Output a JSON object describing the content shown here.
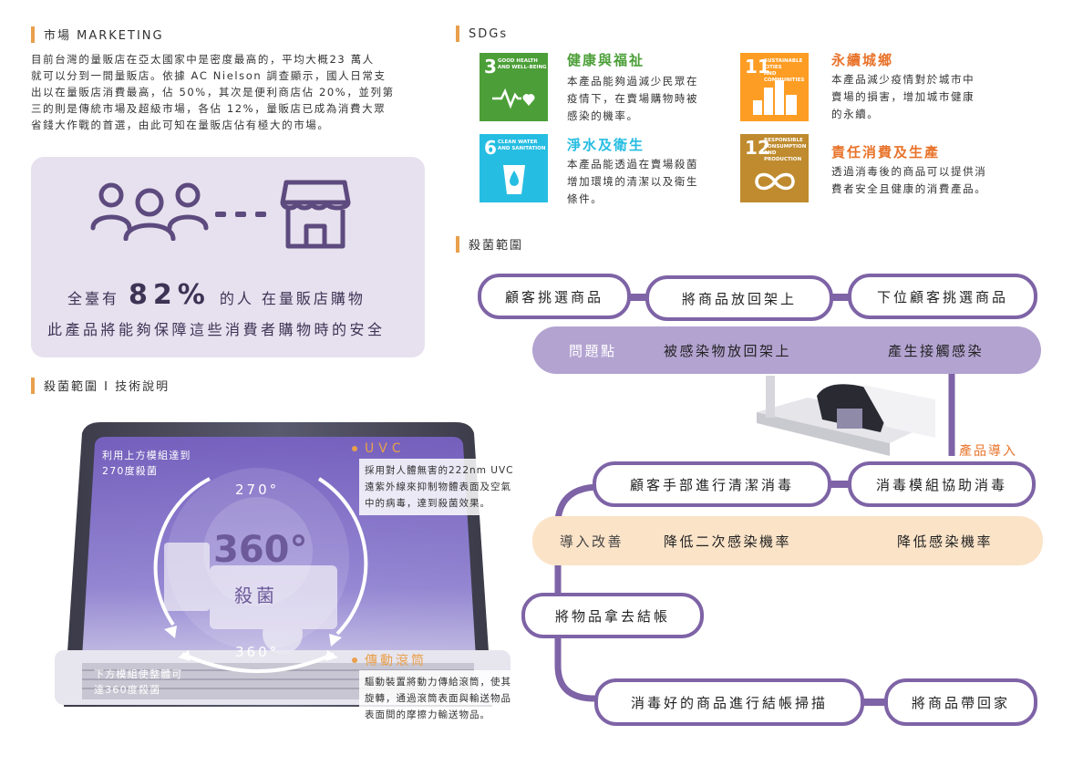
{
  "marketing": {
    "title": "市場 MARKETING",
    "paragraph": [
      "目前台灣的量販店在亞太國家中是密度最高的，平均大概23 萬人",
      "就可以分到一間量販店。依據 AC Nielson 調查顯示，國人日常支",
      "出以在量販店消費最高，佔 50%，其次是便利商店佔 20%，並列第",
      "三的則是傳統市場及超級市場，各佔 12%，量販店已成為消費大眾",
      "省錢大作戰的首選，由此可知在量販店佔有極大的市場。"
    ],
    "stat_prefix": "全臺有",
    "stat_value": "82%",
    "stat_suffix": "的人 在量販店購物",
    "stat_line2": "此產品將能夠保障這些消費者購物時的安全",
    "people_icon": "people-group-icon",
    "store_icon": "store-icon"
  },
  "tech": {
    "title": "殺菌範圍 I 技術說明",
    "upper_note": [
      "利用上方模組達到",
      "270度殺菌"
    ],
    "lower_note": [
      "下方模組使整體可",
      "達360度殺菌"
    ],
    "deg270": "270°",
    "deg360": "360°",
    "center_big": "360°",
    "center_sub": "殺菌",
    "uvc_title": "UVC",
    "uvc_text": [
      "採用對人體無害的222nm UVC",
      "遠紫外線來抑制物體表面及空氣",
      "中的病毒，達到殺菌效果。"
    ],
    "roller_title": "傳動滾筒",
    "roller_text": [
      "驅動裝置將動力傳給滾筒，使其",
      "旋轉，通過滾筒表面與輸送物品",
      "表面間的摩擦力輸送物品。"
    ]
  },
  "sdgs": {
    "title": "SDGs",
    "items": [
      {
        "num": "3",
        "caption": [
          "GOOD HEALTH",
          "AND WELL-BEING"
        ],
        "color": "#4c9f38",
        "icon": "heartbeat-icon",
        "heading": "健康與福祉",
        "text": [
          "本產品能夠過減少民眾在",
          "疫情下，在賣場購物時被",
          "感染的機率。"
        ]
      },
      {
        "num": "6",
        "caption": [
          "CLEAN WATER",
          "AND SANITATION"
        ],
        "color": "#26bde2",
        "icon": "water-drop-icon",
        "heading": "淨水及衛生",
        "text": [
          "本產品能透過在賣場殺菌",
          "增加環境的清潔以及衛生",
          "條件。"
        ]
      },
      {
        "num": "11",
        "caption": [
          "SUSTAINABLE CITIES",
          "AND COMMUNITIES"
        ],
        "color": "#fd9d24",
        "icon": "city-icon",
        "heading": "永續城鄉",
        "text": [
          "本產品減少疫情對於城市中",
          "賣場的損害，增加城市健康",
          "的永續。"
        ]
      },
      {
        "num": "12",
        "caption": [
          "RESPONSIBLE",
          "CONSUMPTION",
          "AND PRODUCTION"
        ],
        "color": "#bf8b2e",
        "icon": "infinity-icon",
        "heading": "責任消費及生產",
        "text": [
          "透過消毒後的商品可以提供消",
          "費者安全且健康的消費產品。"
        ]
      }
    ]
  },
  "flow": {
    "title": "殺菌範圍",
    "row1": [
      "顧客挑選商品",
      "將商品放回架上",
      "下位顧客挑選商品"
    ],
    "problem_label": "問題點",
    "problem_a": "被感染物放回架上",
    "problem_b": "產生接觸感染",
    "product_intro": "產品導入",
    "row2": [
      "顧客手部進行清潔消毒",
      "消毒模組協助消毒"
    ],
    "improve_label": "導入改善",
    "improve_a": "降低二次感染機率",
    "improve_b": "降低感染機率",
    "checkout": "將物品拿去結帳",
    "row3": [
      "消毒好的商品進行結帳掃描",
      "將商品帶回家"
    ]
  },
  "colors": {
    "accent": "#e8a04c",
    "purple": "#7e63a6",
    "light_purple": "#d9d0e8",
    "peach": "#fbe3c8"
  }
}
